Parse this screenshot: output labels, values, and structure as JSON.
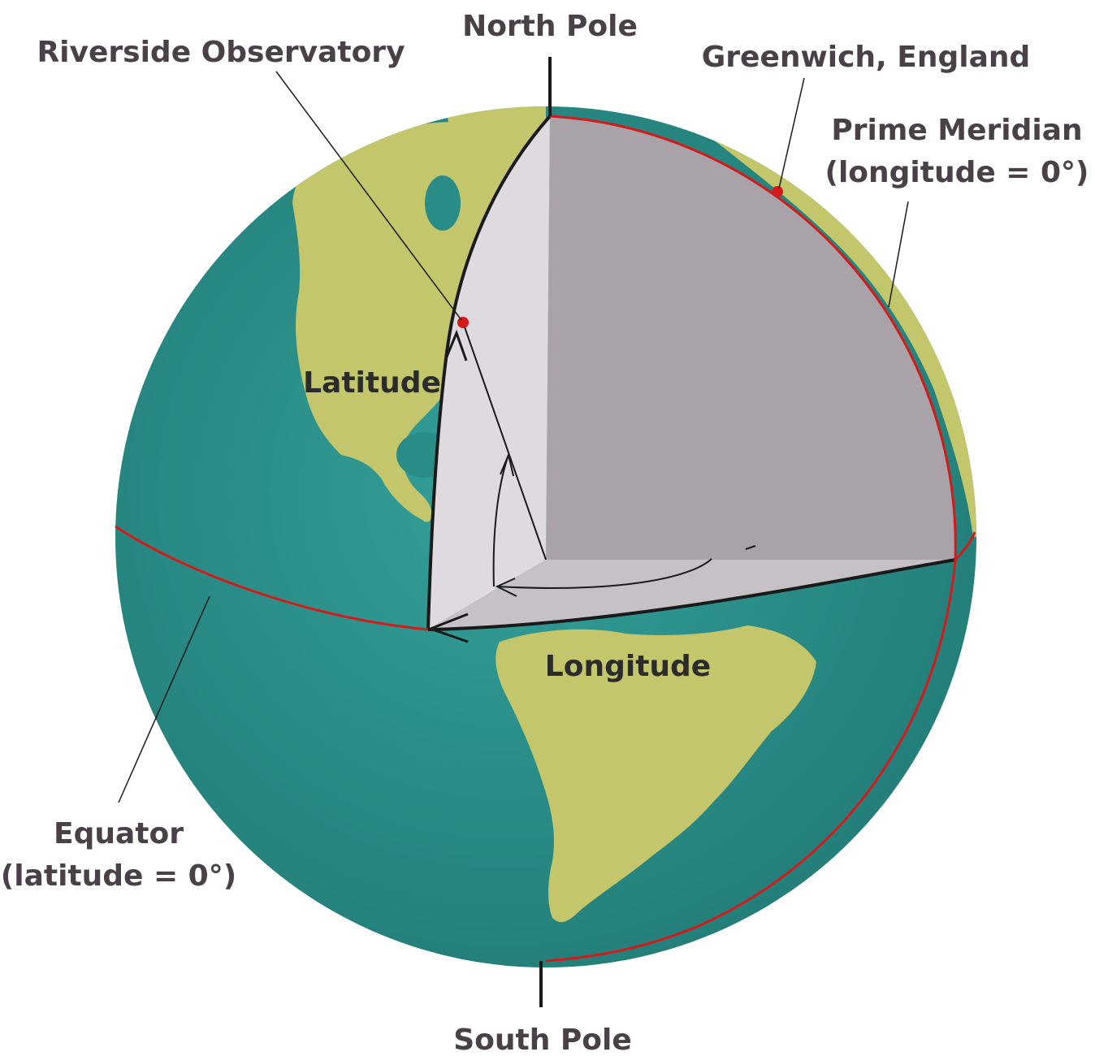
{
  "labels": {
    "north_pole": "North Pole",
    "south_pole": "South Pole",
    "riverside": "Riverside Observatory",
    "greenwich": "Greenwich, England",
    "prime_meridian_line1": "Prime Meridian",
    "prime_meridian_line2": "(longitude = 0°)",
    "equator_line1": "Equator",
    "equator_line2": "(latitude = 0°)",
    "latitude": "Latitude",
    "longitude": "Longitude"
  },
  "colors": {
    "ocean": "#2a8c87",
    "land": "#c3c66a",
    "cutaway_dark": "#a9a2a8",
    "cutaway_light": "#dedadf",
    "cutaway_floor": "#c6c1c7",
    "reference_line": "#d41a1a",
    "marker": "#d41a1a",
    "text": "#4a4048"
  }
}
